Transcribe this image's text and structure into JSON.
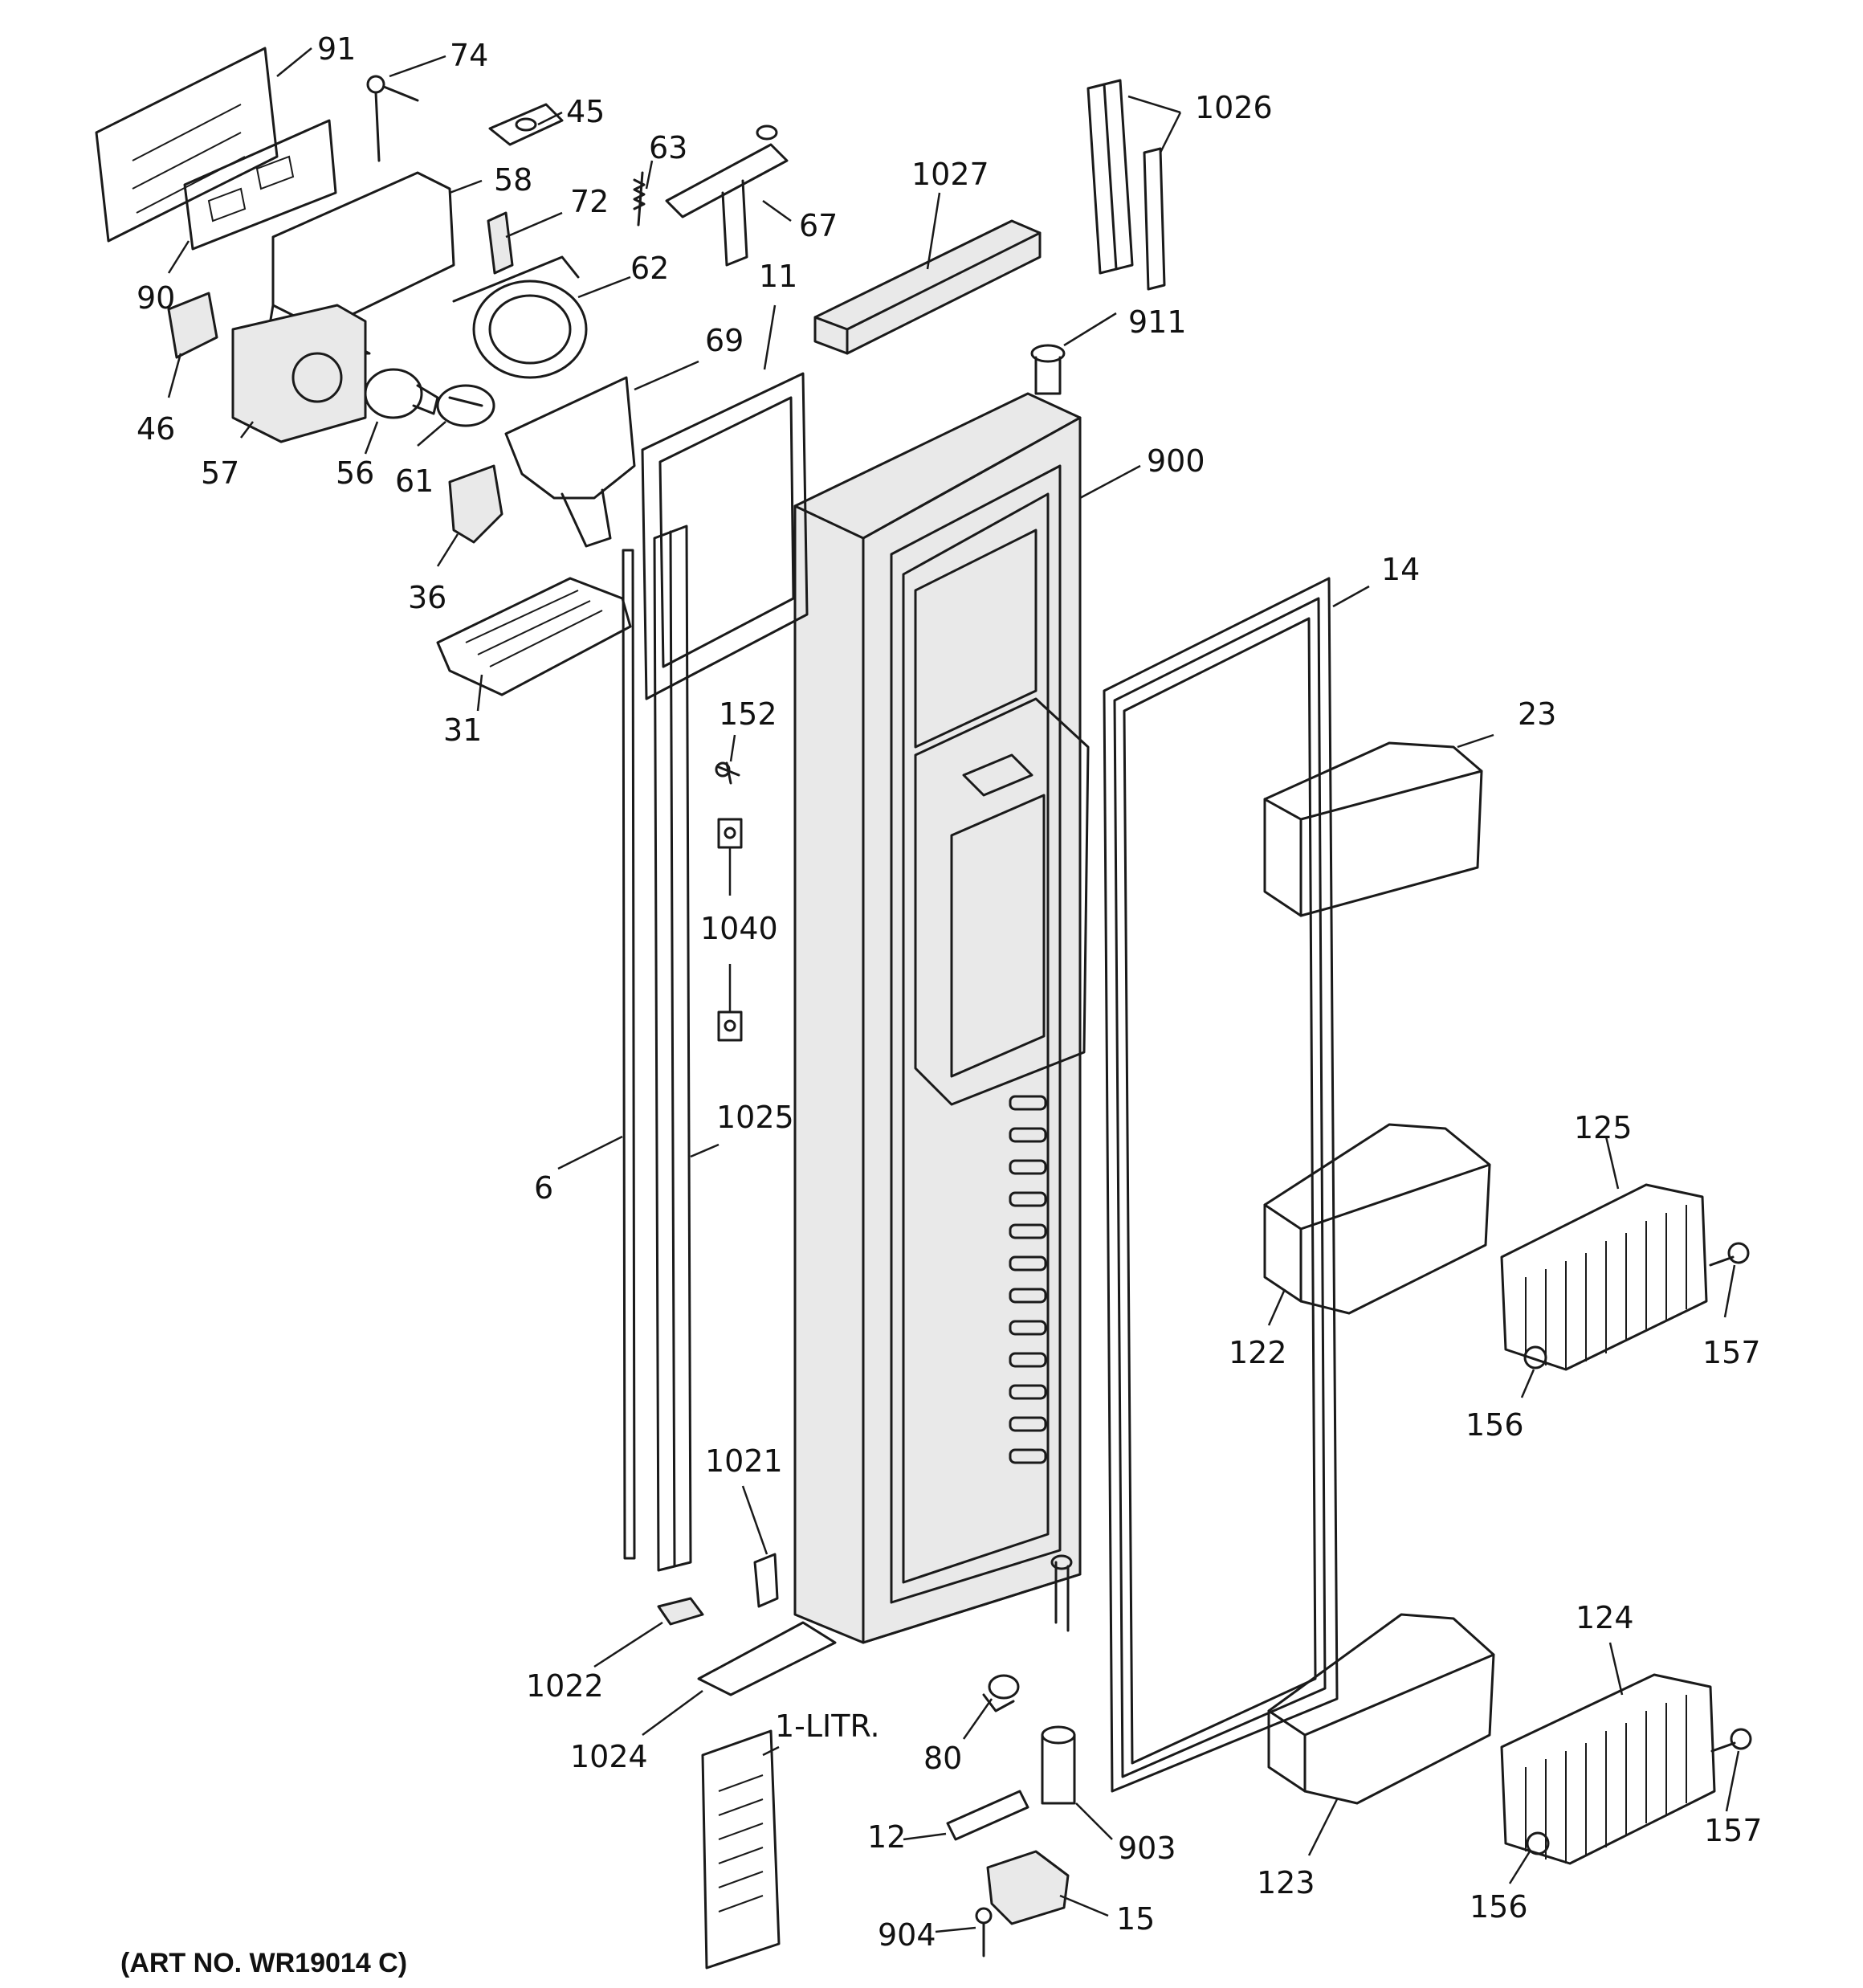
{
  "diagram": {
    "parts": [
      {
        "key": "p91",
        "label": "91"
      },
      {
        "key": "p74",
        "label": "74"
      },
      {
        "key": "p45",
        "label": "45"
      },
      {
        "key": "p63",
        "label": "63"
      },
      {
        "key": "p1026",
        "label": "1026"
      },
      {
        "key": "p58",
        "label": "58"
      },
      {
        "key": "p72",
        "label": "72"
      },
      {
        "key": "p67",
        "label": "67"
      },
      {
        "key": "p1027",
        "label": "1027"
      },
      {
        "key": "p90",
        "label": "90"
      },
      {
        "key": "p62",
        "label": "62"
      },
      {
        "key": "p11",
        "label": "11"
      },
      {
        "key": "p911",
        "label": "911"
      },
      {
        "key": "p69",
        "label": "69"
      },
      {
        "key": "p46",
        "label": "46"
      },
      {
        "key": "p57",
        "label": "57"
      },
      {
        "key": "p56",
        "label": "56"
      },
      {
        "key": "p61",
        "label": "61"
      },
      {
        "key": "p900",
        "label": "900"
      },
      {
        "key": "p36",
        "label": "36"
      },
      {
        "key": "p14",
        "label": "14"
      },
      {
        "key": "p31",
        "label": "31"
      },
      {
        "key": "p152",
        "label": "152"
      },
      {
        "key": "p23",
        "label": "23"
      },
      {
        "key": "p1040",
        "label": "1040"
      },
      {
        "key": "p1025",
        "label": "1025"
      },
      {
        "key": "p125",
        "label": "125"
      },
      {
        "key": "p6",
        "label": "6"
      },
      {
        "key": "p122",
        "label": "122"
      },
      {
        "key": "p157a",
        "label": "157"
      },
      {
        "key": "p156a",
        "label": "156"
      },
      {
        "key": "p1021",
        "label": "1021"
      },
      {
        "key": "p124",
        "label": "124"
      },
      {
        "key": "p1022",
        "label": "1022"
      },
      {
        "key": "p1024",
        "label": "1024"
      },
      {
        "key": "p1litr",
        "label": "1-LITR."
      },
      {
        "key": "p80",
        "label": "80"
      },
      {
        "key": "p12",
        "label": "12"
      },
      {
        "key": "p903",
        "label": "903"
      },
      {
        "key": "p123",
        "label": "123"
      },
      {
        "key": "p157b",
        "label": "157"
      },
      {
        "key": "p156b",
        "label": "156"
      },
      {
        "key": "p904",
        "label": "904"
      },
      {
        "key": "p15",
        "label": "15"
      }
    ],
    "art_number": "(ART NO. WR19014 C)"
  }
}
